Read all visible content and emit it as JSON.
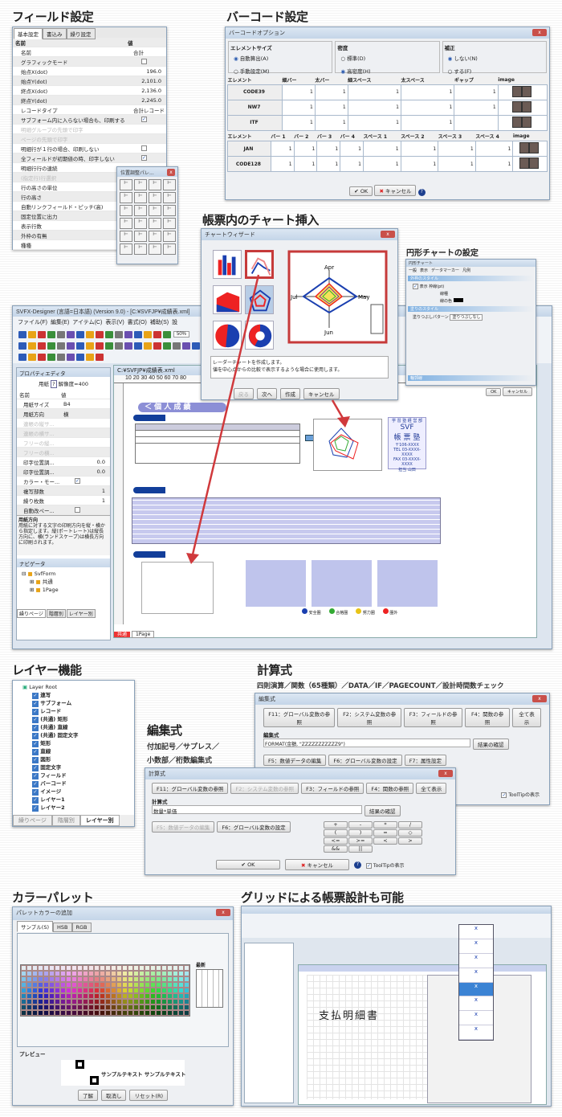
{
  "sections": {
    "field": "フィールド設定",
    "barcode": "バーコード設定",
    "chart": "帳票内のチャート挿入",
    "pie": "円形チャートの設定",
    "layer": "レイヤー機能",
    "calc": "計算式",
    "calc_sub": "四則演算／関数（65種類）／DATA／IF／PAGECOUNT／設計時間数チェック",
    "edit": "編集式",
    "edit_sub1": "付加記号／サプレス／",
    "edit_sub2": "小数部／桁数編集式",
    "palette": "カラーパレット",
    "grid": "グリッドによる帳票設計も可能"
  },
  "field_panel": {
    "tabs": [
      "基本設定",
      "書込み",
      "繰り設定"
    ],
    "header": [
      "名前",
      "値"
    ],
    "rows": [
      {
        "name": "名前",
        "value": "合計"
      },
      {
        "name": "グラフィックモード",
        "check": false
      },
      {
        "name": "始点X(dot)",
        "value": "196.0"
      },
      {
        "name": "始点Y(dot)",
        "value": "2,101.0"
      },
      {
        "name": "終点X(dot)",
        "value": "2,136.0"
      },
      {
        "name": "終点Y(dot)",
        "value": "2,245.0"
      },
      {
        "name": "レコードタイプ",
        "value": "合計レコード"
      },
      {
        "name": "サブフォーム内に入らない場合も、印刷する",
        "check": true
      },
      {
        "name": "明細グループの先頭で印字",
        "disabled": true
      },
      {
        "name": "ページの先頭で印字",
        "disabled": true
      },
      {
        "name": "明細行が１行の場合、印刷しない",
        "check": false
      },
      {
        "name": "全フィールドが初期値の時、印字しない",
        "check": true
      },
      {
        "name": "明細行行の連続"
      },
      {
        "name": "(指定行)行選択",
        "disabled": true
      },
      {
        "name": "行の高さの単位"
      },
      {
        "name": "行の高さ"
      },
      {
        "name": "自動リンクフィールド・ピッチ(高)"
      },
      {
        "name": "固定位置に出力"
      },
      {
        "name": "表示行数"
      },
      {
        "name": "外枠の有無"
      },
      {
        "name": "種種"
      }
    ],
    "palette_title": "位置調整パレ..."
  },
  "barcode_dialog": {
    "title": "バーコードオプション",
    "groups": [
      {
        "label": "エレメントサイズ",
        "options": [
          "自動算出(A)",
          "手動設定(M)"
        ],
        "selected": 0
      },
      {
        "label": "密度",
        "options": [
          "標準(D)",
          "高密度(H)"
        ],
        "selected": 1
      },
      {
        "label": "補正",
        "options": [
          "しない(N)",
          "する(F)"
        ],
        "selected": 0
      }
    ],
    "table1": {
      "headers": [
        "エレメント",
        "細バー",
        "太バー",
        "細スペース",
        "太スペース",
        "ギャップ",
        "image"
      ],
      "rows": [
        {
          "name": "CODE39",
          "values": [
            "1",
            "1",
            "1",
            "1",
            "1"
          ]
        },
        {
          "name": "NW7",
          "values": [
            "1",
            "1",
            "1",
            "1",
            "1"
          ]
        },
        {
          "name": "ITF",
          "values": [
            "1",
            "1",
            "1",
            "1",
            ""
          ]
        }
      ]
    },
    "table2": {
      "headers": [
        "エレメント",
        "バー 1",
        "バー 2",
        "バー 3",
        "バー 4",
        "スペース 1",
        "スペース 2",
        "スペース 3",
        "スペース 4",
        "image"
      ],
      "rows": [
        {
          "name": "JAN",
          "values": [
            "1",
            "1",
            "1",
            "1",
            "1",
            "1",
            "1",
            "1"
          ]
        },
        {
          "name": "CODE128",
          "values": [
            "1",
            "1",
            "1",
            "1",
            "1",
            "1",
            "1",
            "1"
          ]
        }
      ]
    },
    "ok": "OK",
    "cancel": "キャンセル"
  },
  "chart_wizard": {
    "title": "チャートウィザード",
    "radar_labels": [
      "Apr",
      "May",
      "Jun",
      "Jul"
    ],
    "description": "レーダーチャートを作成します。\n値を中心点からの比較で表示するような場合に使用します。",
    "buttons": [
      "戻る",
      "次へ",
      "作成",
      "キャンセル"
    ]
  },
  "pie_dialog": {
    "title": "円形チャート",
    "tabs": [
      "一般",
      "表示",
      "データマーカー",
      "凡例"
    ],
    "section1": "外枠のスタイル",
    "label1": "表示",
    "label2": "枠線(pt)",
    "label3": "線種",
    "label4": "線の色",
    "section2": "塗りのスタイル",
    "label5": "塗りつぶしパターン",
    "value5": "塗りつぶしなし",
    "section3": "輪郭線",
    "ok": "OK",
    "cancel": "キャンセル"
  },
  "designer": {
    "title": "SVFX-Designer (言語=日本語) (Version 9.0) - [C:¥SVFJP¥成績表.xml]",
    "menu": [
      "ファイル(F)",
      "編集(E)",
      "アイテム(C)",
      "表示(V)",
      "書式(O)",
      "補助(S)",
      "設"
    ],
    "zoom": "50%",
    "prop_title": "プロパティエディタ",
    "paper_label": "用紙",
    "resolution": "解像度=400",
    "prop_header": [
      "名前",
      "値"
    ],
    "props": [
      {
        "name": "用紙サイズ",
        "value": "B4"
      },
      {
        "name": "用紙方向",
        "value": "横"
      },
      {
        "name": "連帳の縦サ...",
        "disabled": true
      },
      {
        "name": "連帳の横サ...",
        "disabled": true
      },
      {
        "name": "フリーの縦...",
        "disabled": true
      },
      {
        "name": "フリーの横...",
        "disabled": true
      },
      {
        "name": "印字位置調...",
        "value": "0.0"
      },
      {
        "name": "印字位置調...",
        "value": "0.0"
      },
      {
        "name": "カラー・モー...",
        "check": true
      },
      {
        "name": "複写部数",
        "value": "1"
      },
      {
        "name": "繰り枚数",
        "value": "1"
      },
      {
        "name": "自動改ペー...",
        "check": false
      }
    ],
    "help_title": "用紙方向",
    "help_text": "用紙に対する文字の印刷方向を縦・横から指定します。縦(ポートレート)は縦長方向に、横(ランドスケープ)は横長方向に印刷されます。",
    "nav_title": "ナビゲータ",
    "nav_tree": [
      "SvfForm",
      "共通",
      "1Page"
    ],
    "nav_tabs": [
      "繰りページ",
      "階層別",
      "レイヤー別"
    ],
    "doc_title": "C:¥SVFJP¥成績表.xml",
    "ruler": "10 20 30 40 50 60 70 80",
    "report_title": "＜ 個 人 成 績",
    "school": {
      "line1": "学 習 塾 経 営 部",
      "name1": "SVF",
      "name2": "帳 票 塾",
      "addr": "〒106-XXXX",
      "tel": "TEL 03-XXXX-XXXX",
      "fax": "FAX 03-XXXX-XXXX",
      "person": "担当 山田"
    },
    "legend": [
      "安全圏",
      "合格圏",
      "努力圏",
      "圏外"
    ],
    "page_tabs": [
      "共通",
      "1Page"
    ]
  },
  "layer_panel": {
    "root": "Layer Root",
    "items": [
      "連写",
      "サブフォーム",
      "レコード",
      "(共通) 矩形",
      "(共通) 直線",
      "(共通) 固定文字",
      "矩形",
      "直線",
      "図形",
      "固定文字",
      "フィールド",
      "バーコード",
      "イメージ",
      "レイヤー1",
      "レイヤー2"
    ],
    "tabs": [
      "繰りページ",
      "階層別",
      "レイヤー別"
    ]
  },
  "edit_dialog": {
    "title": "編集式",
    "buttons": [
      "F11：グローバル変数の参照",
      "F2：システム変数の参照",
      "F3：フィールドの参照",
      "F4：関数の参照"
    ],
    "show_all": "全て表示",
    "label": "編集式",
    "value": "FORMAT(金額, \"ZZZZZZZZZZZ9\")",
    "check": "結果の確認",
    "buttons2": [
      "F5：数値データの編集",
      "F6：グローバル変数の設定",
      "F7：属性設定"
    ],
    "tooltip": "ToolTipの表示"
  },
  "calc_dialog": {
    "title": "計算式",
    "buttons": [
      "F11：グローバル変数の参照",
      "F2：システム変数の参照",
      "F3：フィールドの参照",
      "F4：関数の参照"
    ],
    "show_all": "全て表示",
    "label": "計算式",
    "value": "数量*単価",
    "check": "結果の確認",
    "buttons2": [
      "F5：数値データの編集",
      "F6：グローバル変数の設定"
    ],
    "operators": [
      "+",
      "-",
      "*",
      "/",
      "(",
      ")",
      "=",
      "◇",
      "<=",
      ">=",
      "<",
      ">",
      "&&",
      "||"
    ],
    "ok": "OK",
    "cancel": "キャンセル",
    "tooltip": "ToolTipの表示"
  },
  "palette_dialog": {
    "title": "パレットカラーの追加",
    "tabs": [
      "サンプル(S)",
      "HSB",
      "RGB"
    ],
    "recent": "最新",
    "preview": "プレビュー",
    "sample": "サンプルテキスト サンプルテキスト",
    "buttons": [
      "了解",
      "取消し",
      "リセット(R)"
    ]
  },
  "grid_shot": {
    "text": "支払明細書"
  }
}
